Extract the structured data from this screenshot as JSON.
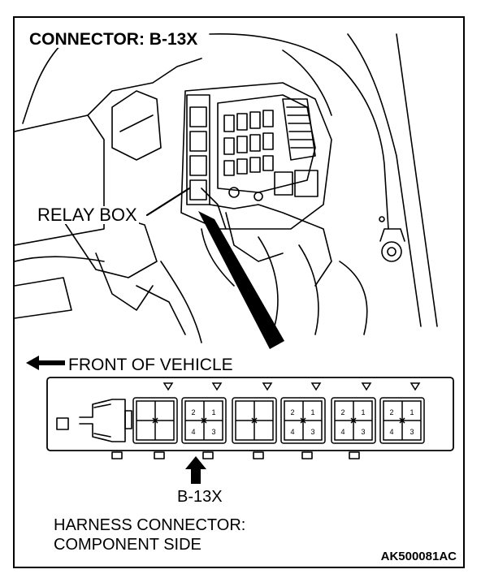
{
  "title": "CONNECTOR: B-13X",
  "callouts": {
    "relay_box": "RELAY BOX",
    "front_of_vehicle": "FRONT OF VEHICLE",
    "connector_id": "B-13X",
    "harness_line1": "HARNESS CONNECTOR:",
    "harness_line2": "COMPONENT SIDE"
  },
  "figure_code": "AK500081AC",
  "connector_pins": [
    "2",
    "1",
    "4",
    "3"
  ]
}
